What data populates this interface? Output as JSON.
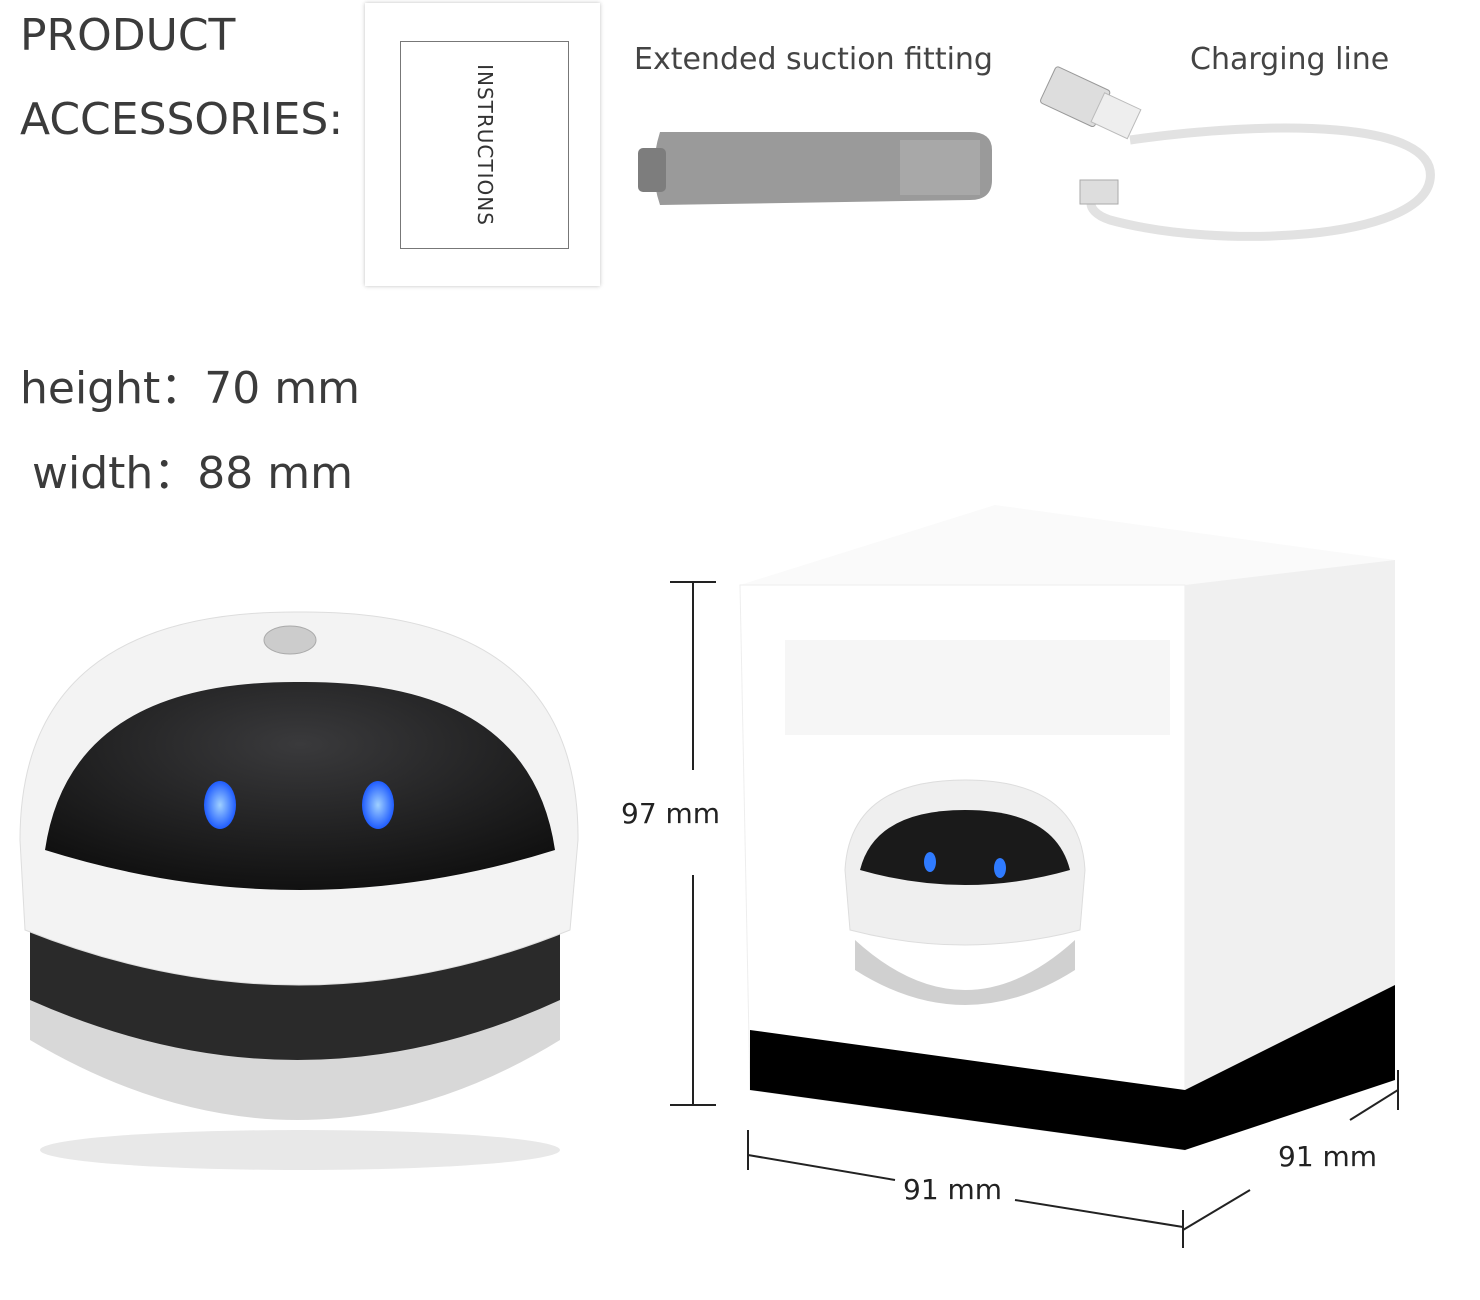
{
  "header": {
    "title_line1": "PRODUCT",
    "title_line2": "ACCESSORIES:"
  },
  "accessories": [
    {
      "label": "INSTRUCTIONS",
      "icon": "instruction-card"
    },
    {
      "label": "Extended suction fitting",
      "icon": "suction-nozzle"
    },
    {
      "label": "Charging line",
      "icon": "usb-cable"
    }
  ],
  "specs": {
    "height": "height：70 mm",
    "width": "width：88 mm"
  },
  "box_dimensions": {
    "height": "97 mm",
    "width": "91 mm",
    "depth": "91 mm"
  },
  "colors": {
    "eye_light": "#2f7bff",
    "body": "#f2f2f2",
    "dome": "#1b1b1d",
    "box_base": "#000000"
  }
}
